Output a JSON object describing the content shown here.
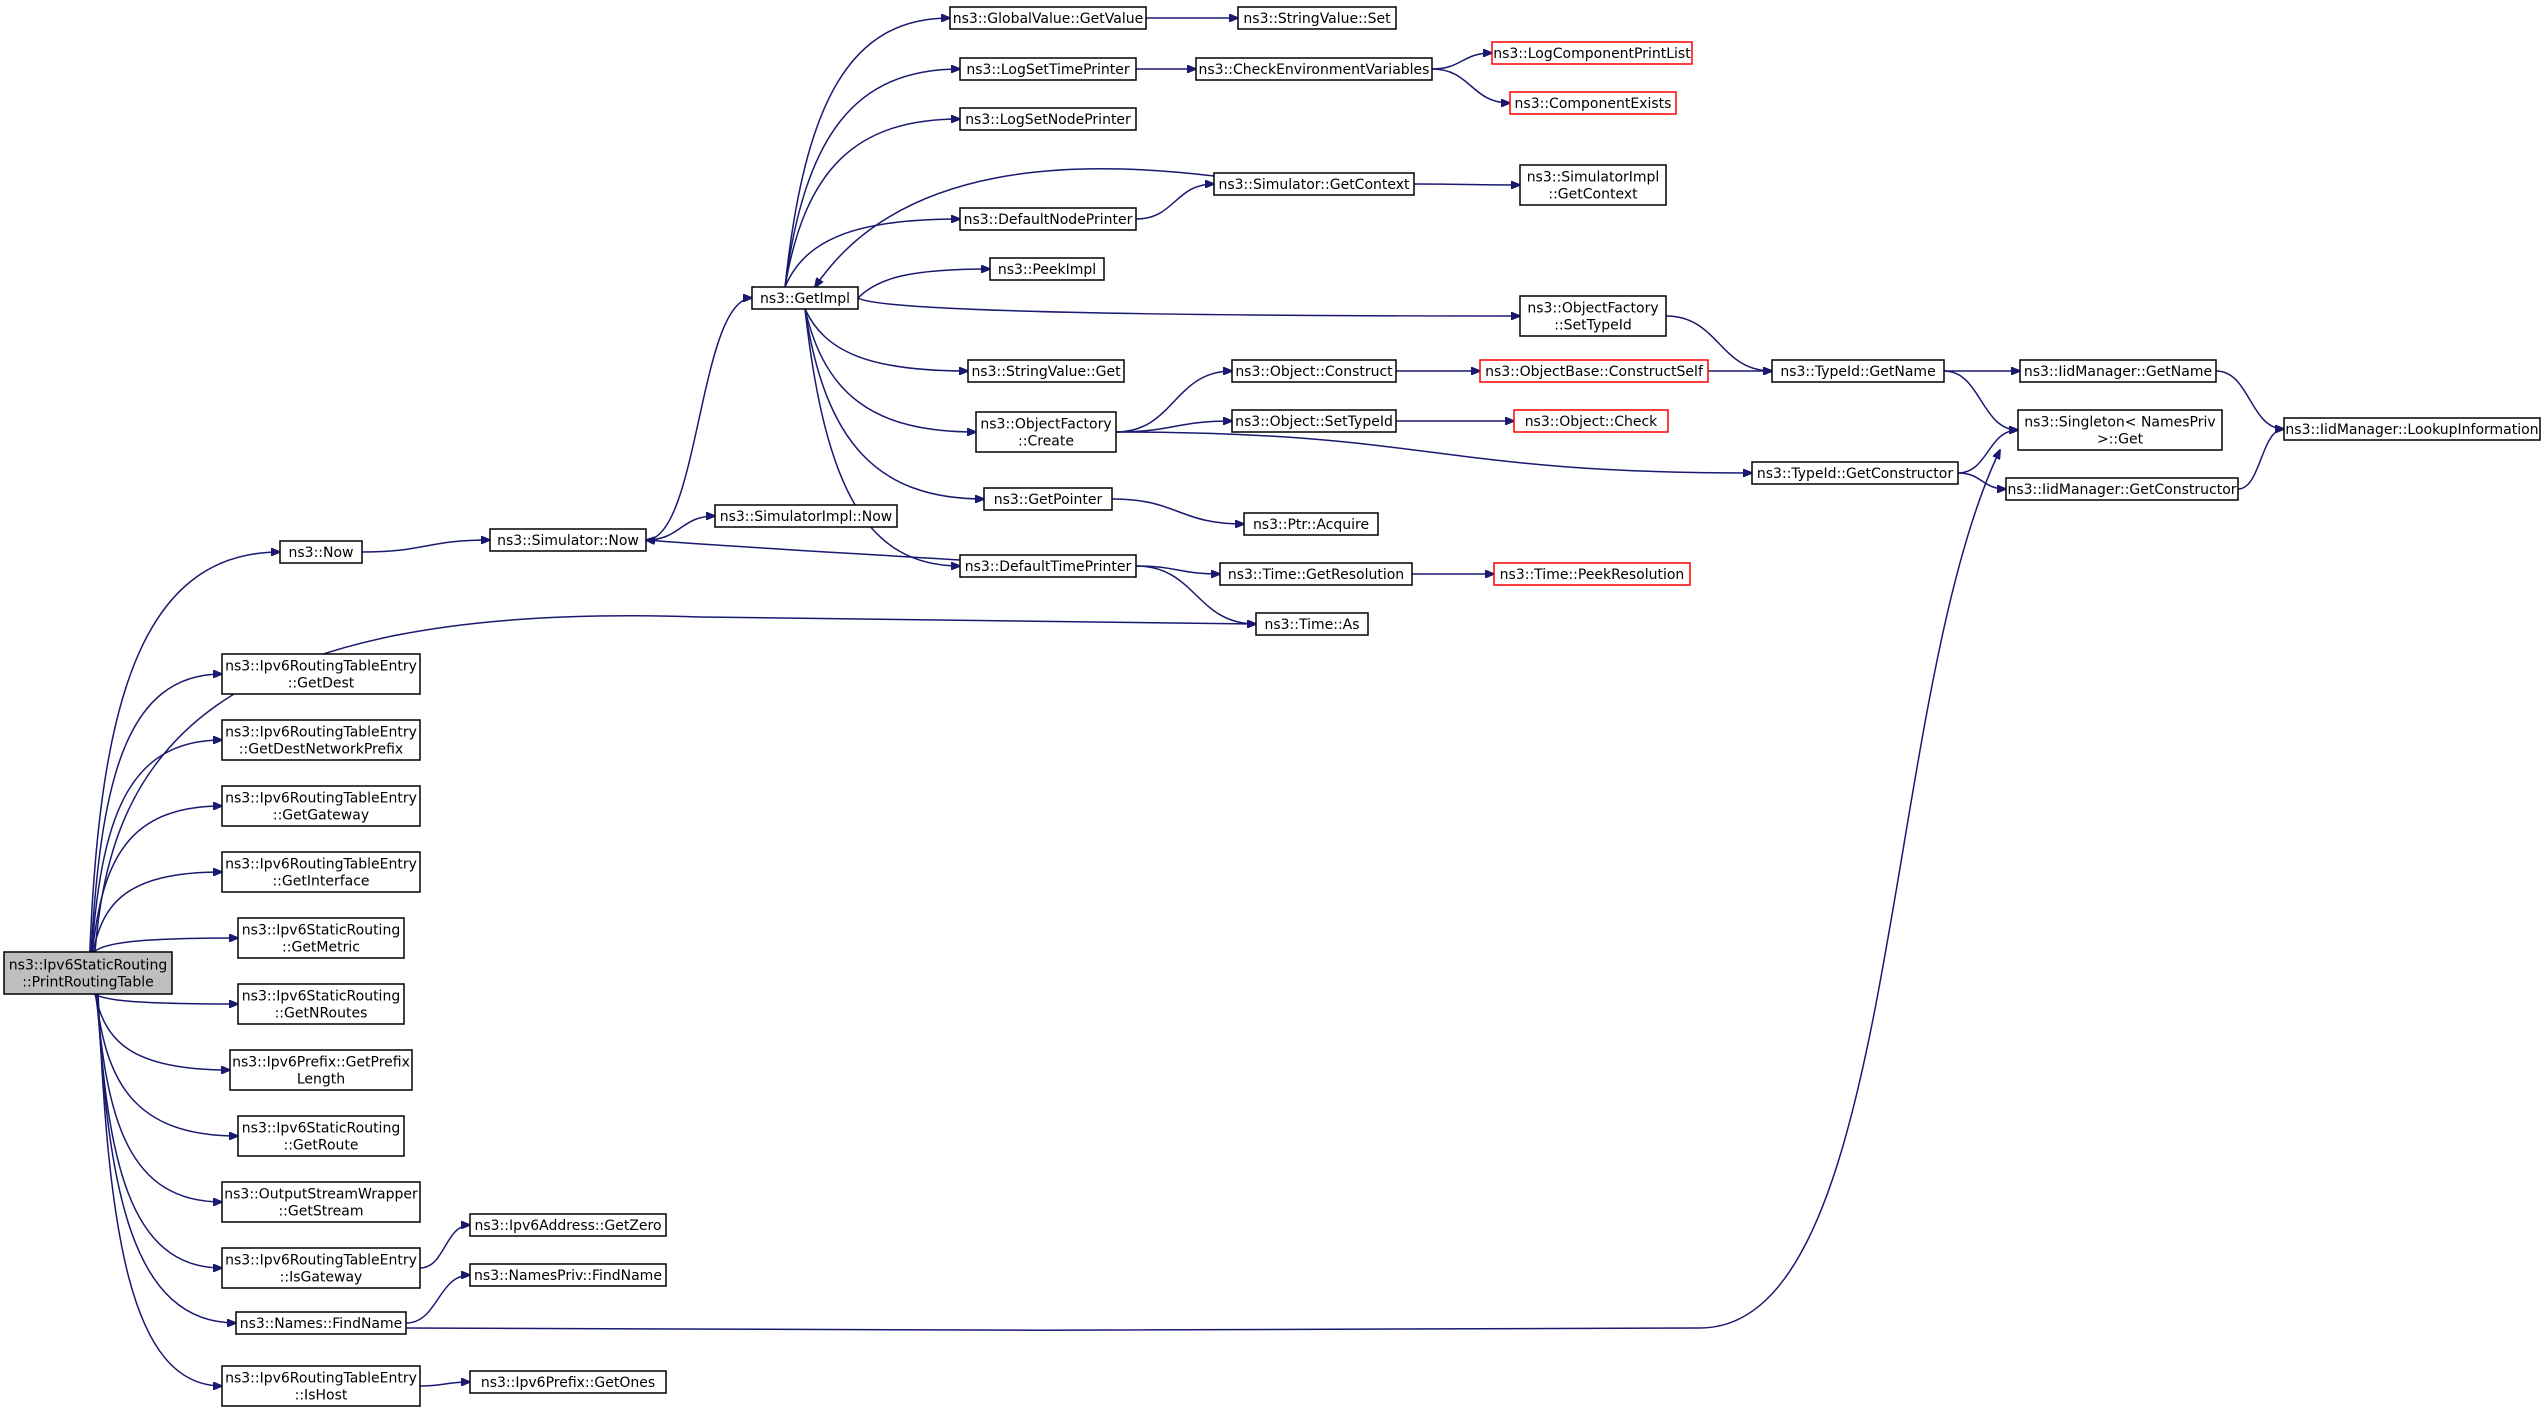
{
  "colors": {
    "edge": "#191970",
    "node_border": "#000000",
    "truncated_node_border": "#ff0000",
    "root_fill": "#bfbfbf",
    "node_fill": "#ffffff"
  },
  "nodes": {
    "root": {
      "lines": [
        "ns3::Ipv6StaticRouting",
        "::PrintRoutingTable"
      ],
      "state": "selected"
    },
    "now": {
      "lines": [
        "ns3::Now"
      ]
    },
    "simnow": {
      "lines": [
        "ns3::Simulator::Now"
      ]
    },
    "getimpl": {
      "lines": [
        "ns3::GetImpl"
      ]
    },
    "simimplnow": {
      "lines": [
        "ns3::SimulatorImpl::Now"
      ]
    },
    "gvget": {
      "lines": [
        "ns3::GlobalValue::GetValue"
      ]
    },
    "svset": {
      "lines": [
        "ns3::StringValue::Set"
      ]
    },
    "logtime": {
      "lines": [
        "ns3::LogSetTimePrinter"
      ]
    },
    "checkenv": {
      "lines": [
        "ns3::CheckEnvironmentVariables"
      ]
    },
    "logcomp": {
      "lines": [
        "ns3::LogComponentPrintList"
      ],
      "state": "truncated"
    },
    "compexists": {
      "lines": [
        "ns3::ComponentExists"
      ],
      "state": "truncated"
    },
    "lognode": {
      "lines": [
        "ns3::LogSetNodePrinter"
      ]
    },
    "defnode": {
      "lines": [
        "ns3::DefaultNodePrinter"
      ]
    },
    "simctx": {
      "lines": [
        "ns3::Simulator::GetContext"
      ]
    },
    "simimplctx": {
      "lines": [
        "ns3::SimulatorImpl",
        "::GetContext"
      ]
    },
    "peekimpl": {
      "lines": [
        "ns3::PeekImpl"
      ]
    },
    "ofsettype": {
      "lines": [
        "ns3::ObjectFactory",
        "::SetTypeId"
      ]
    },
    "svget": {
      "lines": [
        "ns3::StringValue::Get"
      ]
    },
    "ofcreate": {
      "lines": [
        "ns3::ObjectFactory",
        "::Create"
      ]
    },
    "objconstruct": {
      "lines": [
        "ns3::Object::Construct"
      ]
    },
    "objbase": {
      "lines": [
        "ns3::ObjectBase::ConstructSelf"
      ],
      "state": "truncated"
    },
    "typegetname": {
      "lines": [
        "ns3::TypeId::GetName"
      ]
    },
    "iidgetname": {
      "lines": [
        "ns3::IidManager::GetName"
      ]
    },
    "iidlookup": {
      "lines": [
        "ns3::IidManager::LookupInformation"
      ]
    },
    "objsettype": {
      "lines": [
        "ns3::Object::SetTypeId"
      ]
    },
    "objcheck": {
      "lines": [
        "ns3::Object::Check"
      ],
      "state": "truncated"
    },
    "singleton": {
      "lines": [
        "ns3::Singleton< NamesPriv",
        " >::Get"
      ]
    },
    "typegetctor": {
      "lines": [
        "ns3::TypeId::GetConstructor"
      ]
    },
    "iidgetctor": {
      "lines": [
        "ns3::IidManager::GetConstructor"
      ]
    },
    "getpointer": {
      "lines": [
        "ns3::GetPointer"
      ]
    },
    "ptracquire": {
      "lines": [
        "ns3::Ptr::Acquire"
      ]
    },
    "deftime": {
      "lines": [
        "ns3::DefaultTimePrinter"
      ]
    },
    "timeres": {
      "lines": [
        "ns3::Time::GetResolution"
      ]
    },
    "timepeek": {
      "lines": [
        "ns3::Time::PeekResolution"
      ],
      "state": "truncated"
    },
    "timeas": {
      "lines": [
        "ns3::Time::As"
      ]
    },
    "getdest": {
      "lines": [
        "ns3::Ipv6RoutingTableEntry",
        "::GetDest"
      ]
    },
    "getdestnp": {
      "lines": [
        "ns3::Ipv6RoutingTableEntry",
        "::GetDestNetworkPrefix"
      ]
    },
    "getgw": {
      "lines": [
        "ns3::Ipv6RoutingTableEntry",
        "::GetGateway"
      ]
    },
    "getif": {
      "lines": [
        "ns3::Ipv6RoutingTableEntry",
        "::GetInterface"
      ]
    },
    "getmetric": {
      "lines": [
        "ns3::Ipv6StaticRouting",
        "::GetMetric"
      ]
    },
    "getnroutes": {
      "lines": [
        "ns3::Ipv6StaticRouting",
        "::GetNRoutes"
      ]
    },
    "getprefixlen": {
      "lines": [
        "ns3::Ipv6Prefix::GetPrefix",
        "Length"
      ]
    },
    "getroute": {
      "lines": [
        "ns3::Ipv6StaticRouting",
        "::GetRoute"
      ]
    },
    "getstream": {
      "lines": [
        "ns3::OutputStreamWrapper",
        "::GetStream"
      ]
    },
    "isgw": {
      "lines": [
        "ns3::Ipv6RoutingTableEntry",
        "::IsGateway"
      ]
    },
    "getzero": {
      "lines": [
        "ns3::Ipv6Address::GetZero"
      ]
    },
    "namesfind": {
      "lines": [
        "ns3::Names::FindName"
      ]
    },
    "npfind": {
      "lines": [
        "ns3::NamesPriv::FindName"
      ]
    },
    "ishost": {
      "lines": [
        "ns3::Ipv6RoutingTableEntry",
        "::IsHost"
      ]
    },
    "getones": {
      "lines": [
        "ns3::Ipv6Prefix::GetOnes"
      ]
    }
  },
  "edges": [
    [
      "root",
      "now"
    ],
    [
      "root",
      "timeas"
    ],
    [
      "root",
      "getdest"
    ],
    [
      "root",
      "getdestnp"
    ],
    [
      "root",
      "getgw"
    ],
    [
      "root",
      "getif"
    ],
    [
      "root",
      "getmetric"
    ],
    [
      "root",
      "getnroutes"
    ],
    [
      "root",
      "getprefixlen"
    ],
    [
      "root",
      "getroute"
    ],
    [
      "root",
      "getstream"
    ],
    [
      "root",
      "isgw"
    ],
    [
      "root",
      "namesfind"
    ],
    [
      "root",
      "ishost"
    ],
    [
      "now",
      "simnow"
    ],
    [
      "simnow",
      "getimpl"
    ],
    [
      "simnow",
      "simimplnow"
    ],
    [
      "getimpl",
      "gvget"
    ],
    [
      "getimpl",
      "logtime"
    ],
    [
      "getimpl",
      "lognode"
    ],
    [
      "getimpl",
      "defnode"
    ],
    [
      "getimpl",
      "peekimpl"
    ],
    [
      "getimpl",
      "ofsettype"
    ],
    [
      "getimpl",
      "svget"
    ],
    [
      "getimpl",
      "ofcreate"
    ],
    [
      "getimpl",
      "getpointer"
    ],
    [
      "getimpl",
      "deftime"
    ],
    [
      "gvget",
      "svset"
    ],
    [
      "logtime",
      "checkenv"
    ],
    [
      "checkenv",
      "logcomp"
    ],
    [
      "checkenv",
      "compexists"
    ],
    [
      "defnode",
      "simctx"
    ],
    [
      "simctx",
      "getimpl"
    ],
    [
      "simctx",
      "simimplctx"
    ],
    [
      "ofsettype",
      "typegetname"
    ],
    [
      "ofcreate",
      "objconstruct"
    ],
    [
      "ofcreate",
      "objsettype"
    ],
    [
      "ofcreate",
      "typegetctor"
    ],
    [
      "objconstruct",
      "objbase"
    ],
    [
      "objbase",
      "typegetname"
    ],
    [
      "typegetname",
      "iidgetname"
    ],
    [
      "typegetname",
      "singleton"
    ],
    [
      "iidgetname",
      "iidlookup"
    ],
    [
      "objsettype",
      "objcheck"
    ],
    [
      "typegetctor",
      "singleton"
    ],
    [
      "typegetctor",
      "iidgetctor"
    ],
    [
      "iidgetctor",
      "iidlookup"
    ],
    [
      "getpointer",
      "ptracquire"
    ],
    [
      "deftime",
      "simnow"
    ],
    [
      "deftime",
      "timeres"
    ],
    [
      "deftime",
      "timeas"
    ],
    [
      "timeres",
      "timepeek"
    ],
    [
      "isgw",
      "getzero"
    ],
    [
      "namesfind",
      "npfind"
    ],
    [
      "namesfind",
      "singleton"
    ],
    [
      "ishost",
      "getones"
    ]
  ]
}
